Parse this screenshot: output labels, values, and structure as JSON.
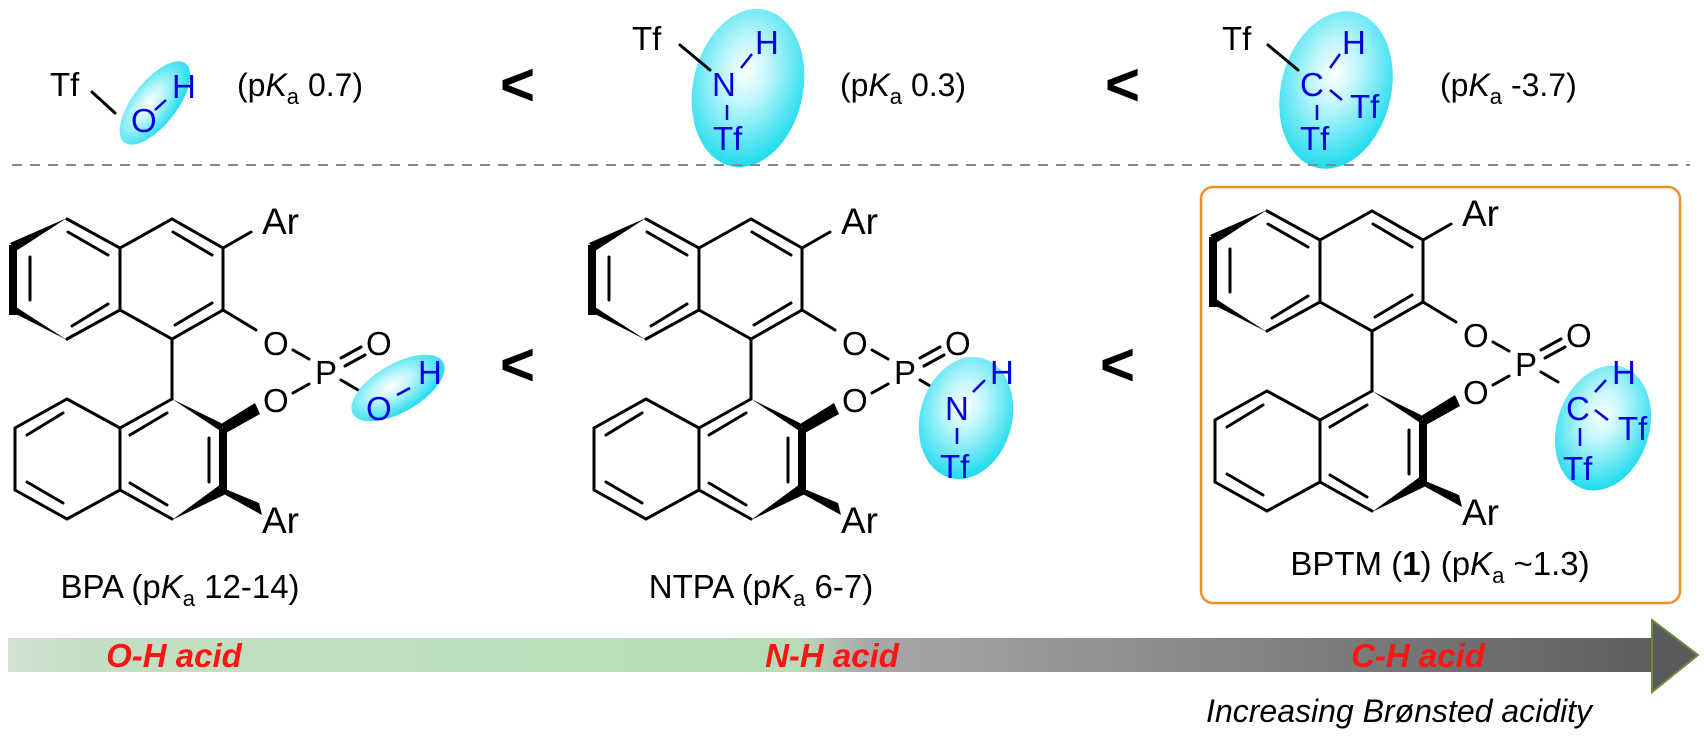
{
  "top_row": {
    "triflic_acid": {
      "tf": "Tf",
      "o": "O",
      "h": "H",
      "pka_open": "(p",
      "pka_k": "K",
      "pka_a": "a",
      "pka_value": " 0.7)"
    },
    "less_than_1": "<",
    "triflimide": {
      "tf1": "Tf",
      "n": "N",
      "h": "H",
      "tf2": "Tf",
      "pka_open": "(p",
      "pka_k": "K",
      "pka_a": "a",
      "pka_value": " 0.3)"
    },
    "less_than_2": "<",
    "triflyl_methane": {
      "tf1": "Tf",
      "c": "C",
      "h": "H",
      "tf2": "Tf",
      "tf3": "Tf",
      "pka_open": "(p",
      "pka_k": "K",
      "pka_a": "a",
      "pka_value": " -3.7)"
    }
  },
  "scaffold": {
    "ar": "Ar",
    "o": "O",
    "p": "P"
  },
  "bottom_row": {
    "bpa": {
      "o": "O",
      "h": "H",
      "label_name": "BPA (p",
      "label_k": "K",
      "label_a": "a",
      "label_value": " 12-14)"
    },
    "less_than_1": "<",
    "ntpa": {
      "n": "N",
      "h": "H",
      "tf": "Tf",
      "label_name": "NTPA (p",
      "label_k": "K",
      "label_a": "a",
      "label_value": " 6-7)"
    },
    "less_than_2": "<",
    "bptm": {
      "c": "C",
      "h": "H",
      "tf1": "Tf",
      "tf2": "Tf",
      "label_name": "BPTM (",
      "label_num": "1",
      "label_mid": ") (p",
      "label_k": "K",
      "label_a": "a",
      "label_value": " ~1.3)"
    }
  },
  "arrow": {
    "oh_acid": "O-H acid",
    "nh_acid": "N-H acid",
    "ch_acid": "C-H acid",
    "caption": "Increasing Brønsted acidity"
  },
  "colors": {
    "highlight": "#2fe3f2",
    "acid_label": "#ff1414",
    "atom_blue": "#0000dd",
    "box": "#f0902a"
  }
}
